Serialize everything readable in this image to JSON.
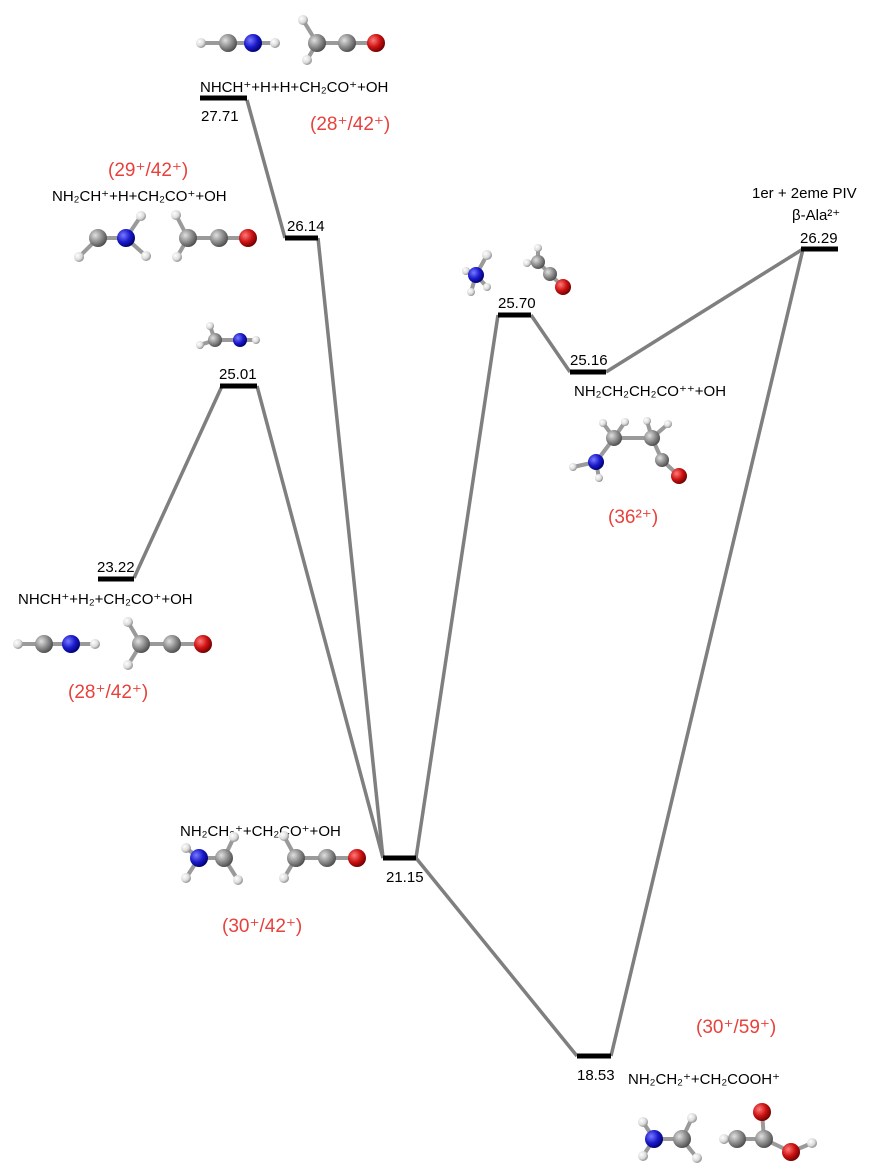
{
  "levels": {
    "l27_71": {
      "energy": "27.71",
      "species": "NHCH⁺+H+H+CH₂CO⁺+OH",
      "fragment": "(28⁺/42⁺)"
    },
    "l26_14": {
      "energy": "26.14",
      "species": "NH₂CH⁺+H+CH₂CO⁺+OH",
      "fragment": "(29⁺/42⁺)"
    },
    "l25_01": {
      "energy": "25.01"
    },
    "l23_22": {
      "energy": "23.22",
      "species": "NHCH⁺+H₂+CH₂CO⁺+OH",
      "fragment": "(28⁺/42⁺)"
    },
    "l21_15": {
      "energy": "21.15",
      "species": "NH₂CH₂⁺+CH₂CO⁺+OH",
      "fragment": "(30⁺/42⁺)"
    },
    "l18_53": {
      "energy": "18.53",
      "species": "NH₂CH₂⁺+CH₂COOH⁺",
      "fragment": "(30⁺/59⁺)"
    },
    "l25_70": {
      "energy": "25.70"
    },
    "l25_16": {
      "energy": "25.16",
      "species": "NH₂CH₂CH₂CO⁺⁺+OH",
      "fragment": "(36²⁺)"
    },
    "l26_29": {
      "energy": "26.29",
      "label_line1": "1er + 2eme PIV",
      "label_line2": "β-Ala²⁺"
    }
  },
  "colors": {
    "connector": "#7f7f7f",
    "level": "#000000",
    "fragment": "#e8413c",
    "carbon": "#8c8c8c",
    "nitrogen": "#1a1acc",
    "oxygen": "#cc1111",
    "hydrogen": "#e6e6e6"
  }
}
